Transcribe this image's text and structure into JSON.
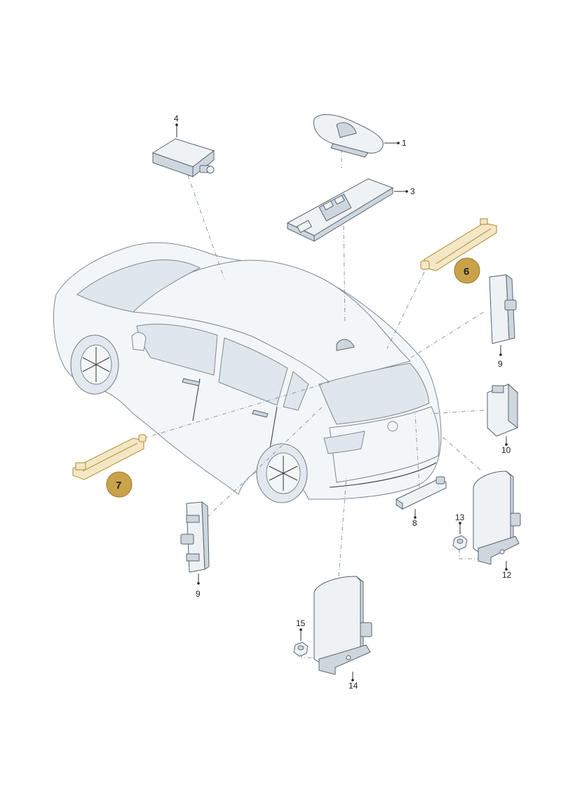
{
  "callouts": [
    {
      "id": "1",
      "label": "1"
    },
    {
      "id": "3",
      "label": "3"
    },
    {
      "id": "4",
      "label": "4"
    },
    {
      "id": "6",
      "label": "6",
      "highlighted": true
    },
    {
      "id": "7",
      "label": "7",
      "highlighted": true
    },
    {
      "id": "8",
      "label": "8"
    },
    {
      "id": "9a",
      "label": "9"
    },
    {
      "id": "9b",
      "label": "9"
    },
    {
      "id": "10",
      "label": "10"
    },
    {
      "id": "12",
      "label": "12"
    },
    {
      "id": "13",
      "label": "13"
    },
    {
      "id": "14",
      "label": "14"
    },
    {
      "id": "15",
      "label": "15"
    }
  ],
  "colors": {
    "highlight_badge": "#c9a24a",
    "highlight_part": "#f3e7c6",
    "line_art": "#5a6470",
    "leader": "#8a9aa8"
  }
}
